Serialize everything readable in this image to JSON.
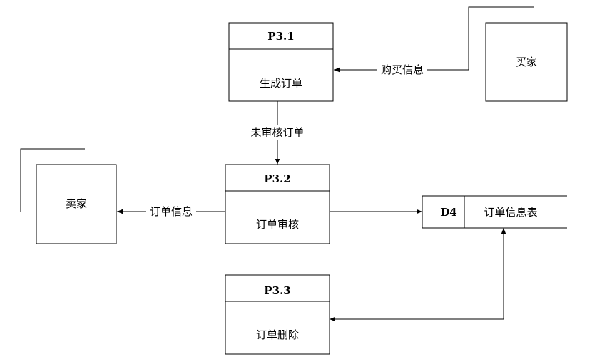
{
  "processes": [
    {
      "key": "p31",
      "id": "P3.1",
      "name": "生成订单"
    },
    {
      "key": "p32",
      "id": "P3.2",
      "name": "订单审核"
    },
    {
      "key": "p33",
      "id": "P3.3",
      "name": "订单删除"
    }
  ],
  "entities": [
    {
      "key": "buyer",
      "name": "买家"
    },
    {
      "key": "seller",
      "name": "卖家"
    }
  ],
  "datastore": {
    "id": "D4",
    "name": "订单信息表"
  },
  "flows": {
    "purchase_info": "购买信息",
    "unreviewed_order": "未审核订单",
    "order_info": "订单信息"
  }
}
